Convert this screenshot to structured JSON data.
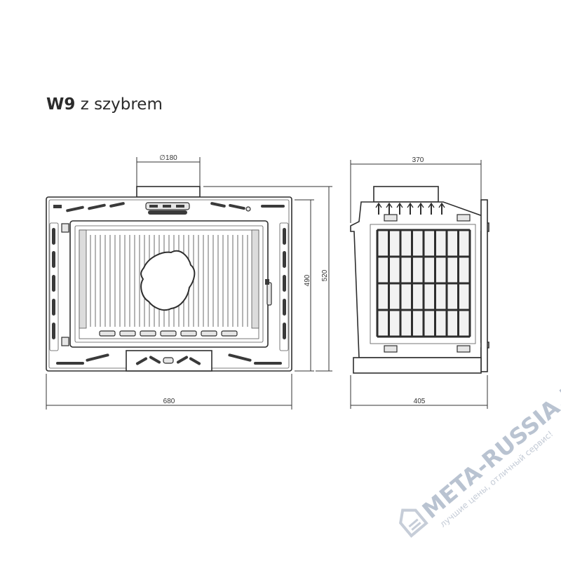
{
  "title": {
    "model": "W9",
    "variant": "z szybrem"
  },
  "dimensions": {
    "flue_diameter": "∅180",
    "front_width": "680",
    "inner_height": "490",
    "total_height": "520",
    "side_top_depth": "370",
    "side_total_depth": "405"
  },
  "watermark": {
    "brand": "META-RUSSIA.RU",
    "slogan": "лучшие цены, отличный сервис!"
  }
}
